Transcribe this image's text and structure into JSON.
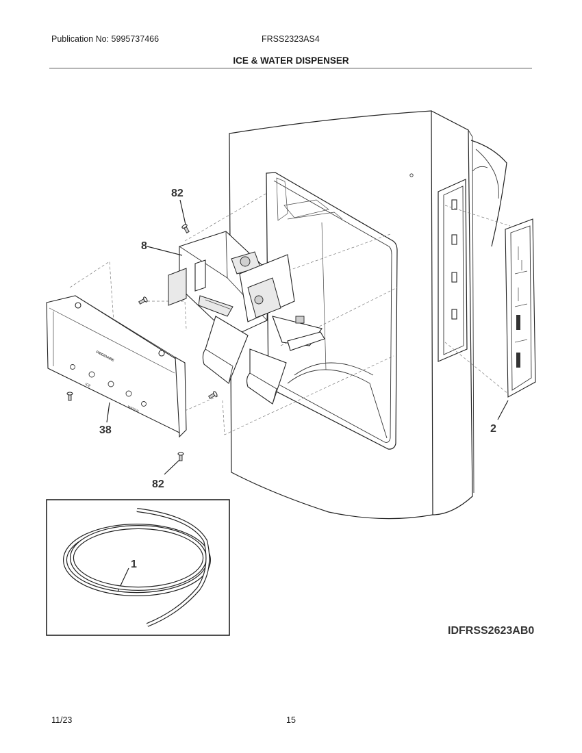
{
  "header": {
    "publication": "Publication No: 5995737466",
    "model": "FRSS2323AS4",
    "title": "ICE & WATER DISPENSER"
  },
  "callouts": {
    "c82_top": "82",
    "c8": "8",
    "c38": "38",
    "c82_bottom": "82",
    "c2": "2",
    "c1": "1"
  },
  "panel_text": {
    "brand": "FRIGIDAIRE",
    "ice": "ICE",
    "water": "WATER"
  },
  "diagram_id": "IDFRSS2623AB0",
  "footer": {
    "date": "11/23",
    "page": "15"
  }
}
